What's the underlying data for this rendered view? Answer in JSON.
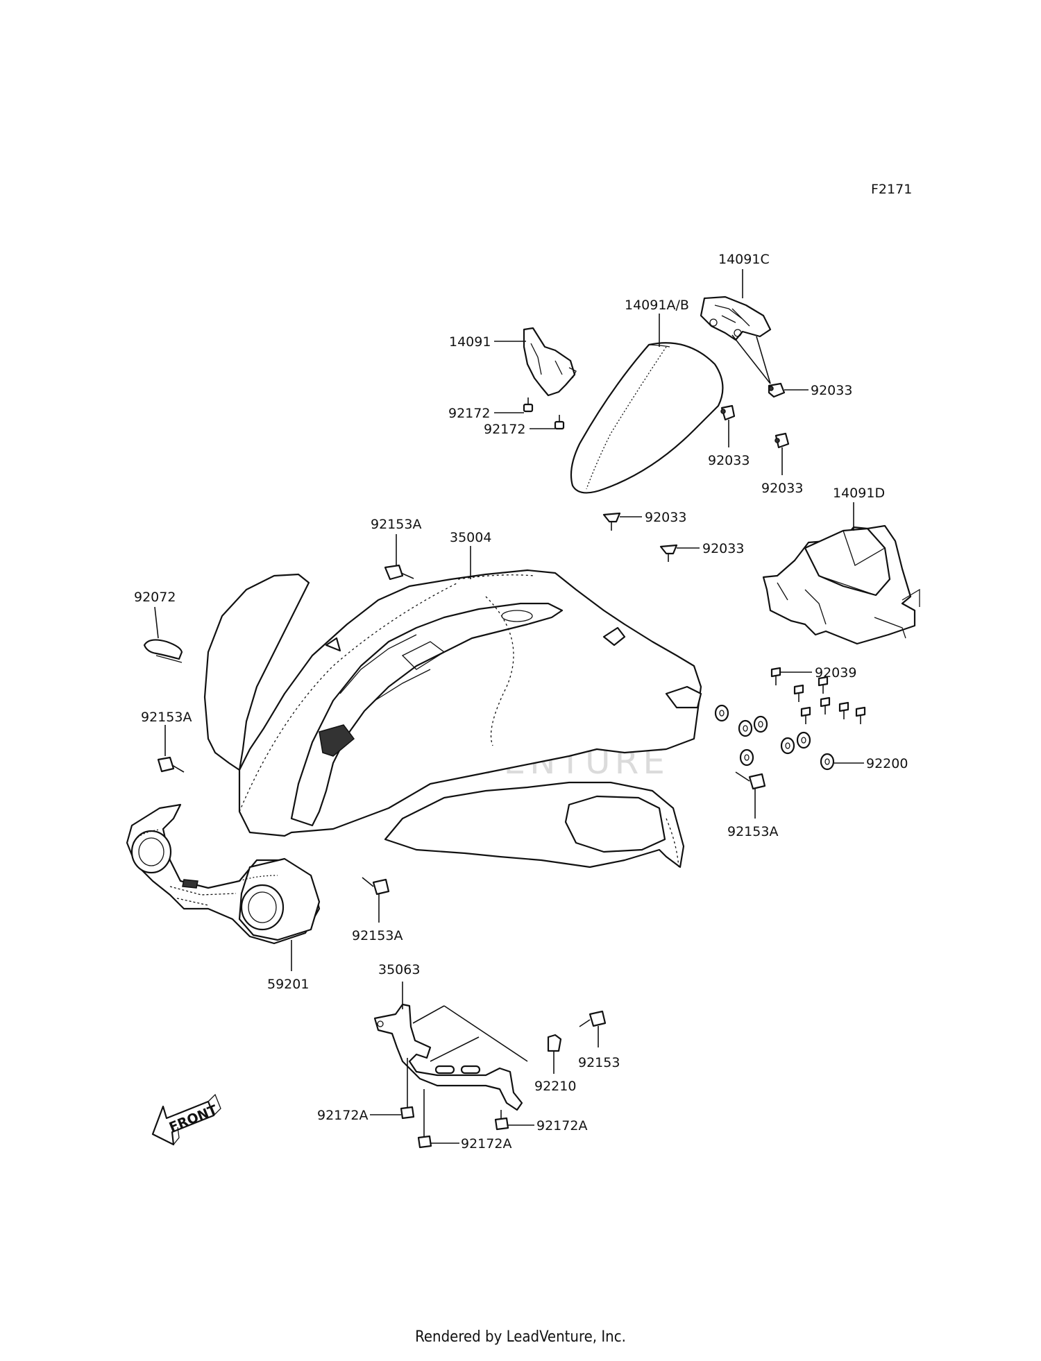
{
  "diagram": {
    "code": "F2171",
    "watermark": "LEADVENTURE",
    "front_marker": "FRONT",
    "labels": {
      "p14091C": "14091C",
      "p14091AB": "14091A/B",
      "p14091": "14091",
      "p92033_a": "92033",
      "p92172_a": "92172",
      "p92172_b": "92172",
      "p92033_b": "92033",
      "p92033_c": "92033",
      "p14091D": "14091D",
      "p92033_d": "92033",
      "p92033_e": "92033",
      "p92153A_a": "92153A",
      "p35004": "35004",
      "p92072": "92072",
      "p92039": "92039",
      "p92153A_b": "92153A",
      "p92200": "92200",
      "p92153A_c": "92153A",
      "p92153A_d": "92153A",
      "p59201": "59201",
      "p35063": "35063",
      "p92153": "92153",
      "p92210": "92210",
      "p92172A_a": "92172A",
      "p92172A_b": "92172A",
      "p92172A_c": "92172A"
    }
  },
  "footer": "Rendered by LeadVenture, Inc."
}
